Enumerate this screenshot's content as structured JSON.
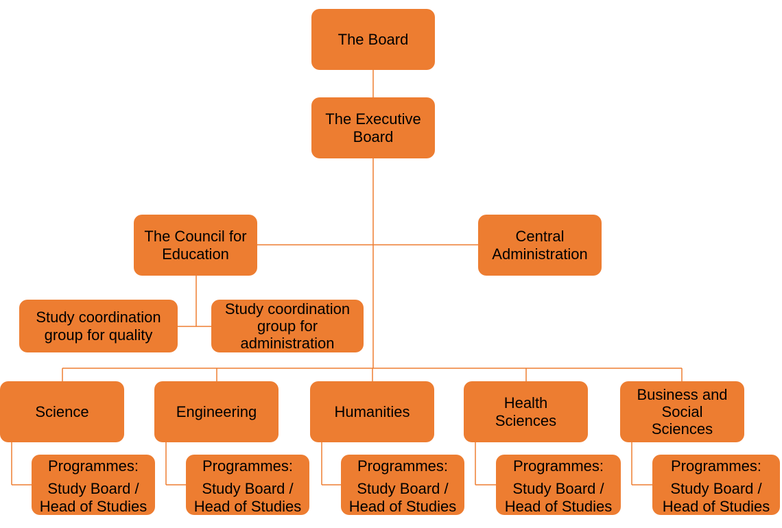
{
  "colors": {
    "box_fill": "#ED7D31",
    "connector": "#ED7D31",
    "text": "#000000",
    "background": "#ffffff"
  },
  "org": {
    "board": [
      "The Board"
    ],
    "executive": [
      "The Executive",
      "Board"
    ],
    "council": [
      "The Council for",
      "Education"
    ],
    "central_admin": [
      "Central",
      "Administration"
    ],
    "quality_group": [
      "Study coordination",
      "group for quality"
    ],
    "admin_group": [
      "Study coordination",
      "group for",
      "administration"
    ],
    "faculties": [
      {
        "name": [
          "Science"
        ],
        "programme_title": "Programmes:",
        "programme_lines": [
          "Study Board /",
          "Head of Studies"
        ]
      },
      {
        "name": [
          "Engineering"
        ],
        "programme_title": "Programmes:",
        "programme_lines": [
          "Study Board /",
          "Head of Studies"
        ]
      },
      {
        "name": [
          "Humanities"
        ],
        "programme_title": "Programmes:",
        "programme_lines": [
          "Study Board /",
          "Head of Studies"
        ]
      },
      {
        "name": [
          "Health",
          "Sciences"
        ],
        "programme_title": "Programmes:",
        "programme_lines": [
          "Study Board /",
          "Head of Studies"
        ]
      },
      {
        "name": [
          "Business and",
          "Social",
          "Sciences"
        ],
        "programme_title": "Programmes:",
        "programme_lines": [
          "Study Board /",
          "Head of Studies"
        ]
      }
    ]
  }
}
